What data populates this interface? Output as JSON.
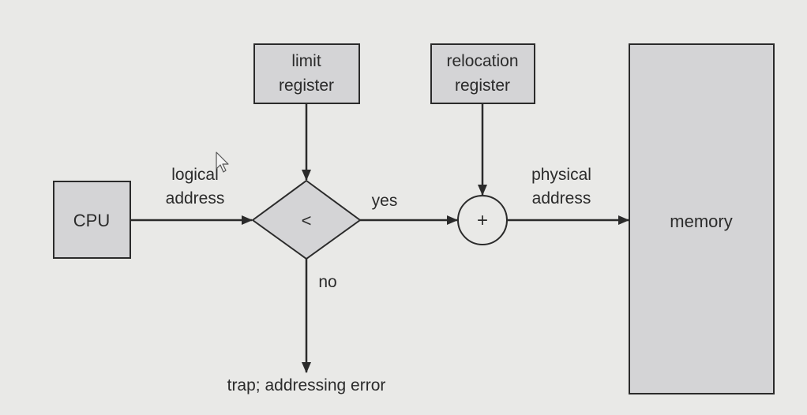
{
  "diagram": {
    "nodes": {
      "cpu": {
        "label": "CPU"
      },
      "limit_register": {
        "line1": "limit",
        "line2": "register"
      },
      "relocation_register": {
        "line1": "relocation",
        "line2": "register"
      },
      "comparator": {
        "symbol": "<"
      },
      "adder": {
        "symbol": "+"
      },
      "memory": {
        "label": "memory"
      }
    },
    "edge_labels": {
      "logical_line1": "logical",
      "logical_line2": "address",
      "yes": "yes",
      "no": "no",
      "physical_line1": "physical",
      "physical_line2": "address",
      "trap": "trap; addressing error"
    },
    "colors": {
      "box_fill": "#d4d4d6",
      "stroke": "#2b2b2b",
      "background": "#e9e9e7"
    }
  }
}
